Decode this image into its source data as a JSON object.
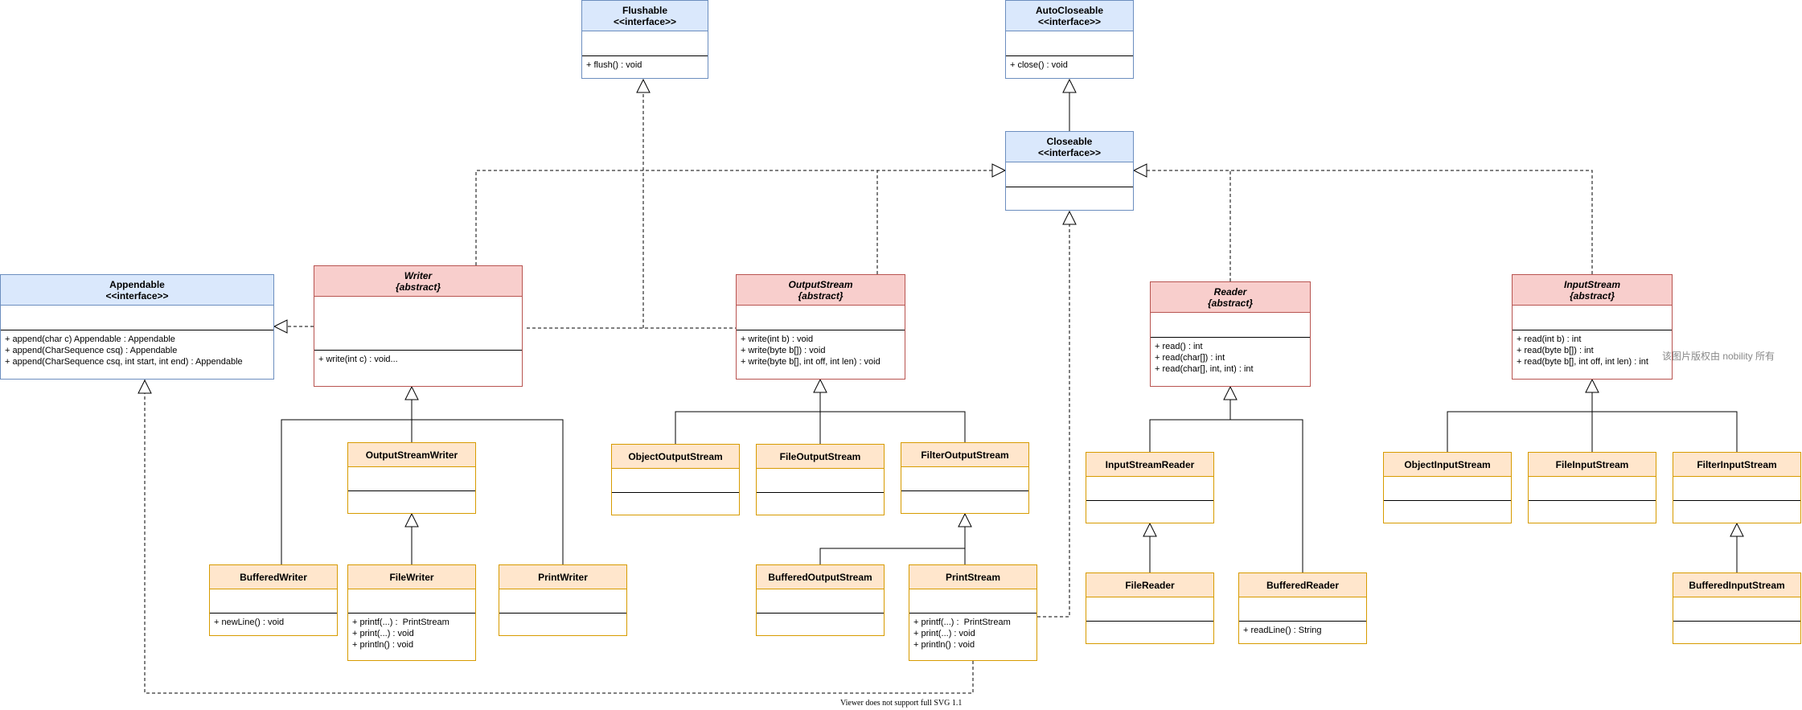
{
  "boxes": [
    {
      "id": "flushable",
      "name": "Flushable",
      "stereotype": "<<interface>>",
      "kind": "iface",
      "ops": [
        "+ flush() : void"
      ]
    },
    {
      "id": "autocloseable",
      "name": "AutoCloseable",
      "stereotype": "<<interface>>",
      "kind": "iface",
      "ops": [
        "+ close() : void"
      ]
    },
    {
      "id": "closeable",
      "name": "Closeable",
      "stereotype": "<<interface>>",
      "kind": "iface",
      "ops": []
    },
    {
      "id": "appendable",
      "name": "Appendable",
      "stereotype": "<<interface>>",
      "kind": "iface",
      "ops": [
        "+ append(char c) Appendable : Appendable",
        "+ append(CharSequence csq) : Appendable",
        "+ append(CharSequence csq, int start, int end) : Appendable"
      ]
    },
    {
      "id": "writer",
      "name": "Writer",
      "stereotype": "{abstract}",
      "kind": "abs",
      "ops": [
        "+ write(int c) : void..."
      ]
    },
    {
      "id": "outputstream",
      "name": "OutputStream",
      "stereotype": "{abstract}",
      "kind": "abs",
      "ops": [
        "+ write(int b) : void",
        "+ write(byte b[]) : void",
        "+ write(byte b[], int off, int len) : void"
      ]
    },
    {
      "id": "reader",
      "name": "Reader",
      "stereotype": "{abstract}",
      "kind": "abs",
      "ops": [
        "+ read() : int",
        "+ read(char[]) : int",
        "+ read(char[], int, int) : int"
      ]
    },
    {
      "id": "inputstream",
      "name": "InputStream",
      "stereotype": "{abstract}",
      "kind": "abs",
      "ops": [
        "+ read(int b) : int",
        "+ read(byte b[]) : int",
        "+ read(byte b[], int off, int len) : int"
      ]
    },
    {
      "id": "outputstreamwriter",
      "name": "OutputStreamWriter",
      "stereotype": "",
      "kind": "cls",
      "ops": []
    },
    {
      "id": "bufferedwriter",
      "name": "BufferedWriter",
      "stereotype": "",
      "kind": "cls",
      "ops": [
        "+ newLine() : void"
      ]
    },
    {
      "id": "filewriter",
      "name": "FileWriter",
      "stereotype": "",
      "kind": "cls",
      "ops": [
        "+ printf(...) :  PrintStream",
        "+ print(...) : void",
        "+ println() : void"
      ]
    },
    {
      "id": "printwriter",
      "name": "PrintWriter",
      "stereotype": "",
      "kind": "cls",
      "ops": []
    },
    {
      "id": "objectoutputstream",
      "name": "ObjectOutputStream",
      "stereotype": "",
      "kind": "cls",
      "ops": []
    },
    {
      "id": "fileoutputstream",
      "name": "FileOutputStream",
      "stereotype": "",
      "kind": "cls",
      "ops": []
    },
    {
      "id": "filteroutputstream",
      "name": "FilterOutputStream",
      "stereotype": "",
      "kind": "cls",
      "ops": []
    },
    {
      "id": "bufferedoutputstream",
      "name": "BufferedOutputStream",
      "stereotype": "",
      "kind": "cls",
      "ops": []
    },
    {
      "id": "printstream",
      "name": "PrintStream",
      "stereotype": "",
      "kind": "cls",
      "ops": [
        "+ printf(...) :  PrintStream",
        "+ print(...) : void",
        "+ println() : void"
      ]
    },
    {
      "id": "inputstreamreader",
      "name": "InputStreamReader",
      "stereotype": "",
      "kind": "cls",
      "ops": []
    },
    {
      "id": "filereader",
      "name": "FileReader",
      "stereotype": "",
      "kind": "cls",
      "ops": []
    },
    {
      "id": "bufferedreader",
      "name": "BufferedReader",
      "stereotype": "",
      "kind": "cls",
      "ops": [
        "+ readLine() : String"
      ]
    },
    {
      "id": "objectinputstream",
      "name": "ObjectInputStream",
      "stereotype": "",
      "kind": "cls",
      "ops": []
    },
    {
      "id": "fileinputstream",
      "name": "FileInputStream",
      "stereotype": "",
      "kind": "cls",
      "ops": []
    },
    {
      "id": "filterinputstream",
      "name": "FilterInputStream",
      "stereotype": "",
      "kind": "cls",
      "ops": []
    },
    {
      "id": "bufferedinputstream",
      "name": "BufferedInputStream",
      "stereotype": "",
      "kind": "cls",
      "ops": []
    }
  ],
  "watermark": "该图片版权由 nobility 所有",
  "footer": "Viewer does not support full SVG 1.1"
}
